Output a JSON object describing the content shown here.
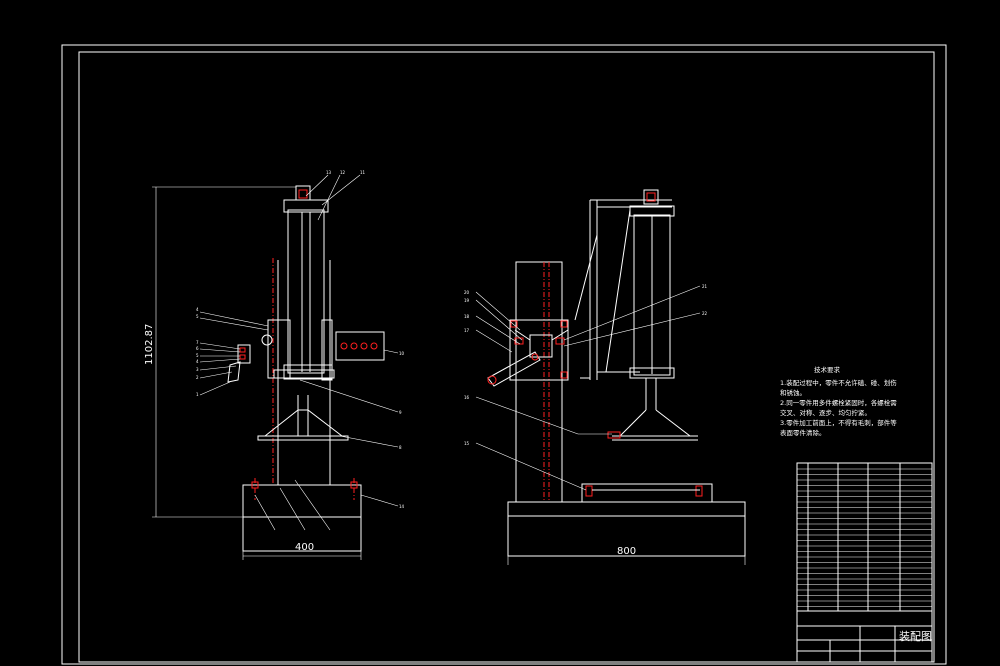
{
  "dimensions": {
    "left_width": "400",
    "right_width": "800",
    "left_height": "1102.87"
  },
  "tech_notes": {
    "title": "技术要求",
    "lines": [
      "1.装配过程中，零件不允许磕、碰、划伤",
      "和锈蚀。",
      "2.同一零件用多件螺栓紧固时，各螺栓需",
      "交叉、对称、逐步、均匀拧紧。",
      "3.零件加工前面上，不得有毛刺，部件等",
      "表面零件清除。"
    ]
  },
  "title_block": {
    "drawing_name": "装配图"
  },
  "colors": {
    "background": "#000000",
    "outline": "#ffffff",
    "annotation": "#ff2020"
  }
}
